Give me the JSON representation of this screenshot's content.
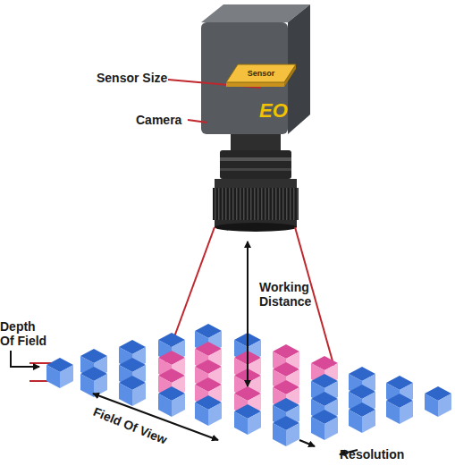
{
  "diagram": {
    "nodes": [
      {
        "text": [
          "Sensor"
        ]
      }
    ],
    "labels": [
      "Sensor Size",
      "Camera",
      "EO",
      "Working Distance",
      "Depth Of Field",
      "Field Of View",
      "Resolution"
    ]
  }
}
